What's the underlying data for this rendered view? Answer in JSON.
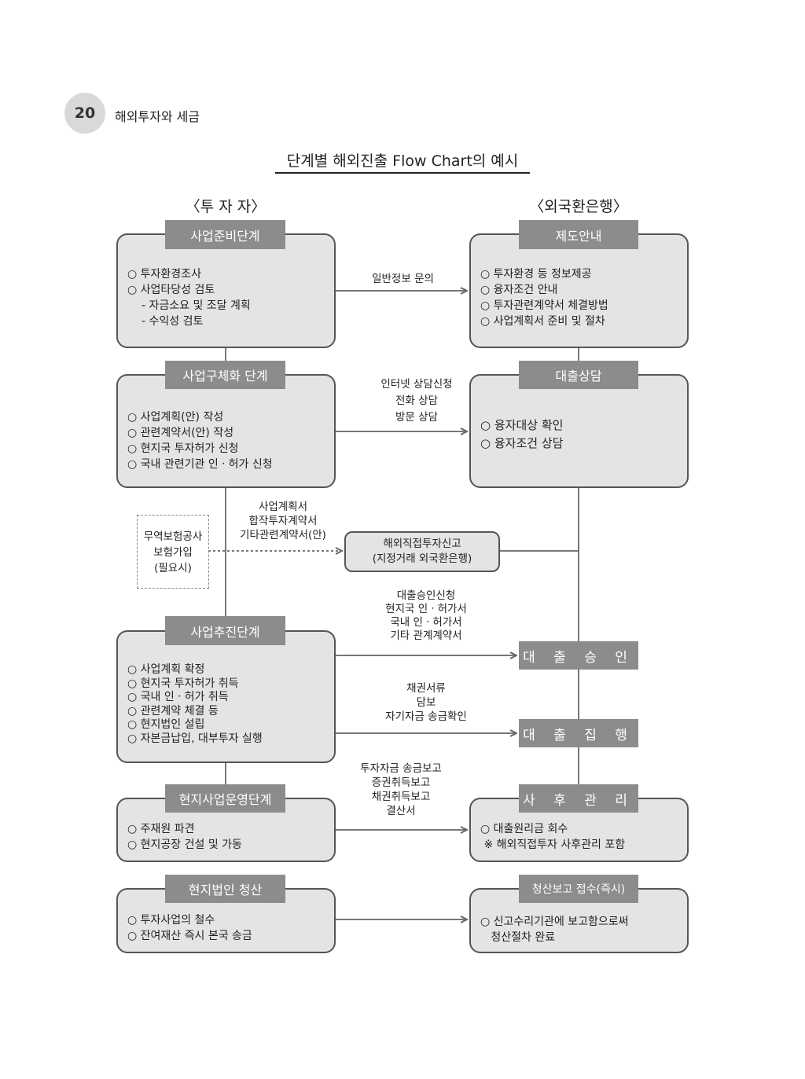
{
  "header": {
    "page_number": "20",
    "running_title": "해외투자와 세금"
  },
  "title": "단계별 해외진출 Flow Chart의 예시",
  "columns": {
    "left": "〈투 자 자〉",
    "right": "〈외국환은행〉"
  },
  "left_boxes": [
    {
      "tab": "사업준비단계",
      "items": [
        "○ 투자환경조사",
        "○ 사업타당성 검토",
        "  - 자금소요 및 조달 계획",
        "  - 수익성 검토"
      ]
    },
    {
      "tab": "사업구체화 단계",
      "items": [
        "○ 사업계획(안) 작성",
        "○ 관련계약서(안) 작성",
        "○ 현지국 투자허가 신청",
        "○ 국내 관련기관 인ㆍ허가 신청"
      ]
    },
    {
      "tab": "사업추진단계",
      "items": [
        "○ 사업계획 확정",
        "○ 현지국 투자허가 취득",
        "○ 국내 인ㆍ허가 취득",
        "○ 관련계약 체결 등",
        "○ 현지법인 설립",
        "○ 자본금납입, 대부투자 실행"
      ]
    },
    {
      "tab": "현지사업운영단계",
      "items": [
        "○ 주재원 파견",
        "○ 현지공장 건설 및 가동"
      ]
    },
    {
      "tab": "현지법인 청산",
      "items": [
        "○ 투자사업의 철수",
        "○ 잔여재산 즉시 본국 송금"
      ]
    }
  ],
  "right_boxes": [
    {
      "tab": "제도안내",
      "items": [
        "○ 투자환경 등 정보제공",
        "○ 융자조건 안내",
        "○ 투자관련계약서 체결방법",
        "○ 사업계획서 준비 및 절차"
      ]
    },
    {
      "tab": "대출상담",
      "items": [
        "○ 융자대상 확인",
        "○ 융자조건 상담"
      ]
    },
    {
      "tab": "사 후 관 리",
      "items": [
        "○ 대출원리금 회수",
        " ※ 해외직접투자 사후관리 포함"
      ]
    },
    {
      "tab": "청산보고 접수(즉시)",
      "items": [
        "○ 신고수리기관에 보고함으로써",
        "   청산절차 완료"
      ]
    }
  ],
  "steps": {
    "loan_approval": "대 출 승 인",
    "loan_execution": "대 출 집 행"
  },
  "arrow_labels": {
    "a1": [
      "일반정보 문의"
    ],
    "a2": [
      "인터넷 상담신청",
      "전화 상담",
      "방문 상담"
    ],
    "a3": [
      "사업계획서",
      "합작투자계약서",
      "기타관련계약서(안)"
    ],
    "a4": [
      "대출승인신청",
      "현지국 인ㆍ허가서",
      "국내 인ㆍ허가서",
      "기타 관계계약서"
    ],
    "a5": [
      "채권서류",
      "담보",
      "자기자금 송금확인"
    ],
    "a6": [
      "투자자금 송금보고",
      "증권취득보고",
      "채권취득보고",
      "결산서"
    ]
  },
  "side_note": [
    "무역보험공사",
    "보험가입",
    "(필요시)"
  ],
  "report_box": [
    "해외직접투자신고",
    "(지정거래 외국환은행)"
  ]
}
